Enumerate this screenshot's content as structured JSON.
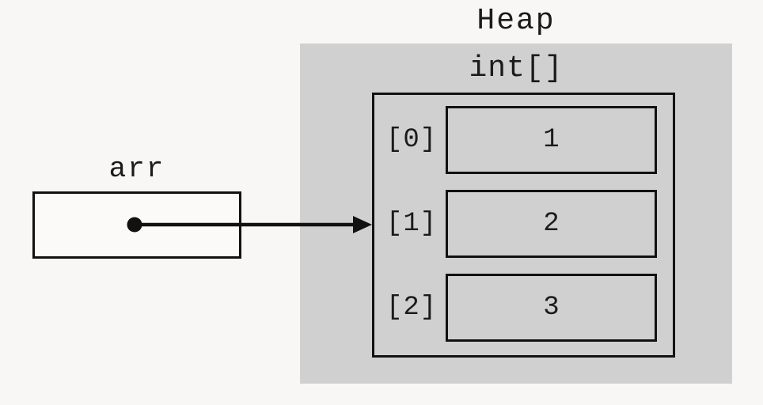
{
  "diagram": {
    "stack_variable": {
      "label": "arr"
    },
    "heap": {
      "title": "Heap",
      "array_object": {
        "type_label": "int[]",
        "elements": [
          {
            "index_label": "[0]",
            "value": "1"
          },
          {
            "index_label": "[1]",
            "value": "2"
          },
          {
            "index_label": "[2]",
            "value": "3"
          }
        ]
      }
    },
    "pointer": {
      "from": "arr",
      "to": "int[] object"
    },
    "colors": {
      "background": "#f8f7f6",
      "heap_region": "#d0d0d0",
      "border": "#111111",
      "text": "#1b1b1b",
      "arrow": "#111111",
      "variable_box_fill": "#fbfaf9"
    }
  }
}
